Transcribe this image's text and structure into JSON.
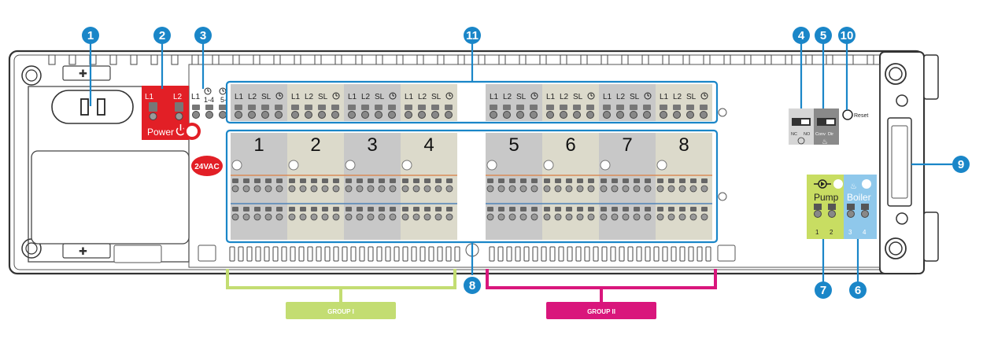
{
  "callouts": [
    "1",
    "2",
    "3",
    "4",
    "5",
    "6",
    "7",
    "8",
    "9",
    "10",
    "11"
  ],
  "power": {
    "l1": "L1",
    "l2": "L2",
    "label": "Power"
  },
  "voltage": "24VAC",
  "aux_terminals": {
    "l1": "L1",
    "t1": "1-4",
    "t2": "5-"
  },
  "zone_terminal_labels": [
    "L1",
    "L2",
    "SL"
  ],
  "zones": [
    "1",
    "2",
    "3",
    "4",
    "5",
    "6",
    "7",
    "8"
  ],
  "switch_nc_no": {
    "nc": "NC",
    "no": "NO"
  },
  "switch_boiler": {
    "left": "Conv",
    "right": "Dir"
  },
  "reset": "Reset",
  "pump": {
    "label": "Pump",
    "pins": [
      "1",
      "2"
    ]
  },
  "boiler": {
    "label": "Boiler",
    "pins": [
      "3",
      "4"
    ]
  },
  "groups": [
    "GROUP I",
    "GROUP II"
  ],
  "colors": {
    "callout": "#1a86c8",
    "power_red": "#e21f26",
    "group1": "#c3dd72",
    "group2": "#d9167c",
    "pump_green": "#c8dd62",
    "boiler_blue": "#8fc8eb",
    "zone_grey": "#c8c8c8",
    "zone_beige": "#dcdacb"
  }
}
